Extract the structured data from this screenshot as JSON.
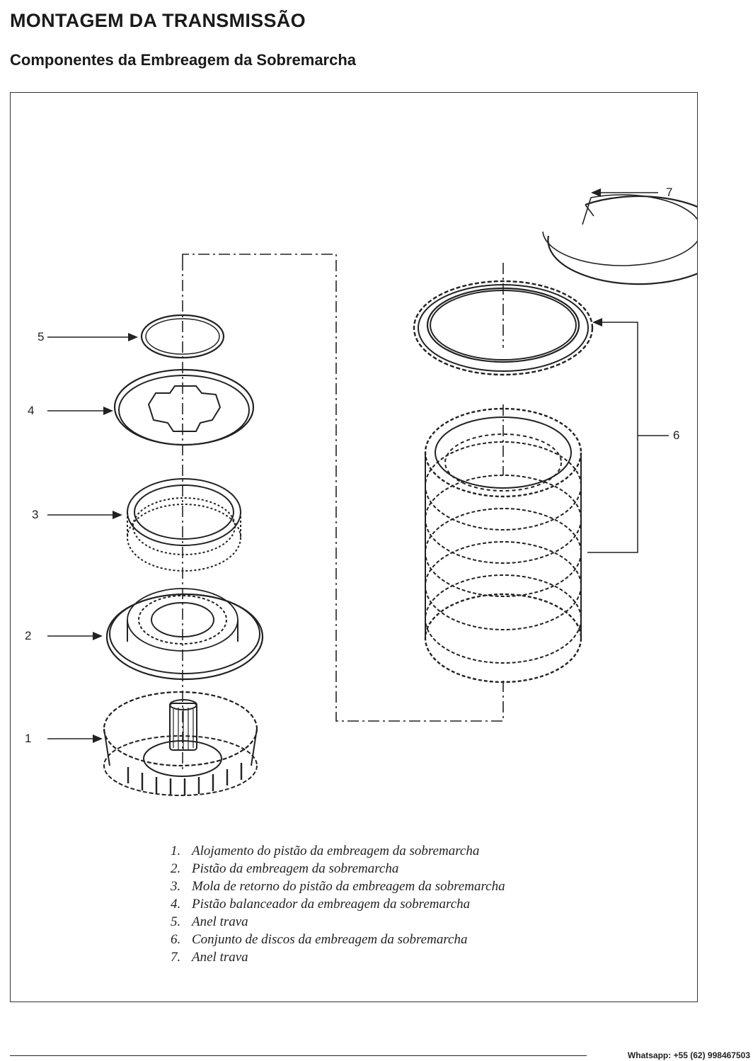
{
  "header": {
    "title": "MONTAGEM DA TRANSMISSÃO",
    "subtitle": "Componentes da Embreagem da Sobremarcha"
  },
  "diagram": {
    "callouts": [
      "1",
      "2",
      "3",
      "4",
      "5",
      "6",
      "7"
    ]
  },
  "legend": {
    "items": [
      {
        "num": "1.",
        "text": "Alojamento do pistão da embreagem da sobremarcha"
      },
      {
        "num": "2.",
        "text": "Pistão da embreagem da sobremarcha"
      },
      {
        "num": "3.",
        "text": "Mola de retorno do pistão da embreagem da sobremarcha"
      },
      {
        "num": "4.",
        "text": "Pistão balanceador da embreagem da sobremarcha"
      },
      {
        "num": "5.",
        "text": "Anel trava"
      },
      {
        "num": "6.",
        "text": "Conjunto de discos da embreagem da sobremarcha"
      },
      {
        "num": "7.",
        "text": "Anel trava"
      }
    ]
  },
  "footer": {
    "contact": "Whatsapp: +55 (62) 998467503"
  }
}
